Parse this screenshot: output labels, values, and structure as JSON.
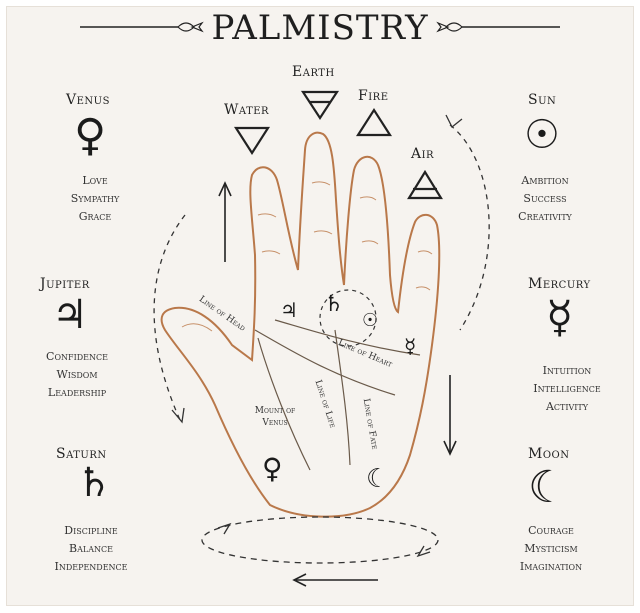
{
  "title": "PALMISTRY",
  "elements": {
    "water": "Water",
    "earth": "Earth",
    "fire": "Fire",
    "air": "Air"
  },
  "planets": {
    "venus": {
      "name": "Venus",
      "traits": [
        "Love",
        "Sympathy",
        "Grace"
      ]
    },
    "jupiter": {
      "name": "Jupiter",
      "traits": [
        "Confidence",
        "Wisdom",
        "Leadership"
      ]
    },
    "saturn": {
      "name": "Saturn",
      "traits": [
        "Discipline",
        "Balance",
        "Independence"
      ]
    },
    "sun": {
      "name": "Sun",
      "traits": [
        "Ambition",
        "Success",
        "Creativity"
      ]
    },
    "mercury": {
      "name": "Mercury",
      "traits": [
        "Intuition",
        "Intelligence",
        "Activity"
      ]
    },
    "moon": {
      "name": "Moon",
      "traits": [
        "Courage",
        "Mysticism",
        "Imagination"
      ]
    }
  },
  "palm_lines": {
    "head": "Line of Head",
    "heart": "Line of Heart",
    "life": "Line of Life",
    "fate": "Line of Fate",
    "mount": "Mount of Venus"
  },
  "icons": {
    "water": "water-down-triangle",
    "earth": "earth-down-triangle-bar",
    "fire": "fire-up-triangle",
    "air": "air-up-triangle-bar",
    "venus": "♀",
    "jupiter": "♃",
    "saturn": "♄",
    "sun": "☉",
    "mercury": "☿",
    "moon": "☾"
  },
  "colors": {
    "ink": "#1f1f1f",
    "hand_outline": "#b9784a",
    "paper": "#f6f3ef"
  }
}
